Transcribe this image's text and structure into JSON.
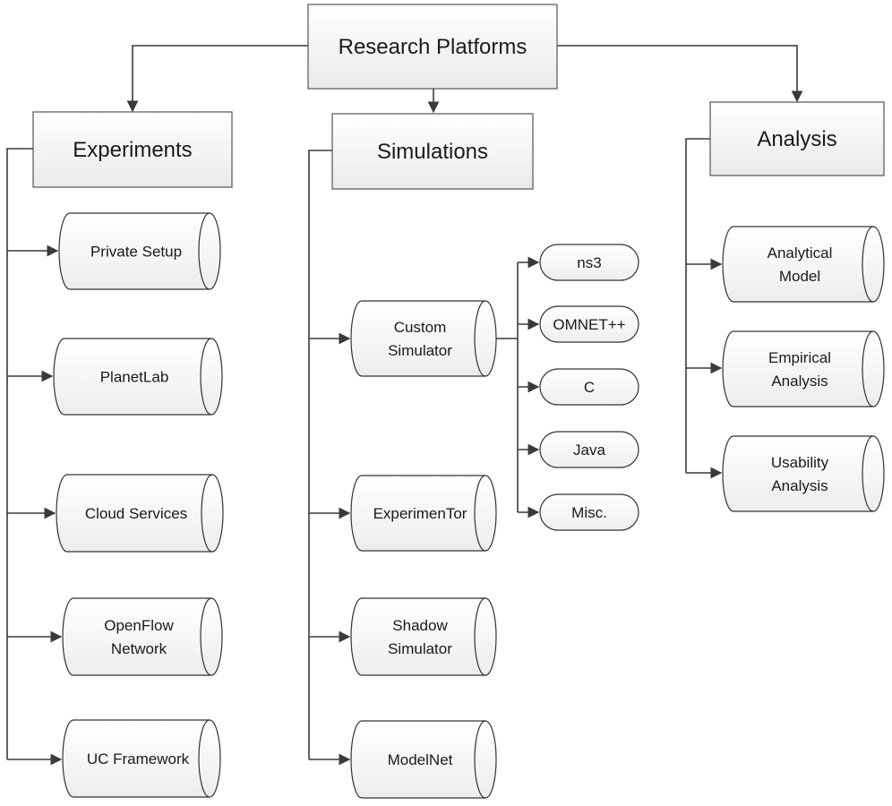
{
  "root": {
    "label": "Research Platforms"
  },
  "categories": {
    "experiments": {
      "label": "Experiments",
      "items": [
        {
          "lines": [
            "Private Setup"
          ]
        },
        {
          "lines": [
            "PlanetLab"
          ]
        },
        {
          "lines": [
            "Cloud Services"
          ]
        },
        {
          "lines": [
            "OpenFlow",
            "Network"
          ]
        },
        {
          "lines": [
            "UC Framework"
          ]
        }
      ]
    },
    "simulations": {
      "label": "Simulations",
      "items": [
        {
          "lines": [
            "Custom",
            "Simulator"
          ]
        },
        {
          "lines": [
            "ExperimenTor"
          ]
        },
        {
          "lines": [
            "Shadow",
            "Simulator"
          ]
        },
        {
          "lines": [
            "ModelNet"
          ]
        }
      ],
      "custom_languages": [
        "ns3",
        "OMNET++",
        "C",
        "Java",
        "Misc."
      ]
    },
    "analysis": {
      "label": "Analysis",
      "items": [
        {
          "lines": [
            "Analytical",
            "Model"
          ]
        },
        {
          "lines": [
            "Empirical",
            "Analysis"
          ]
        },
        {
          "lines": [
            "Usability",
            "Analysis"
          ]
        }
      ]
    }
  },
  "colors": {
    "box_fill_top": "#ffffff",
    "box_fill_bottom": "#ececec",
    "stroke": "#333333"
  }
}
